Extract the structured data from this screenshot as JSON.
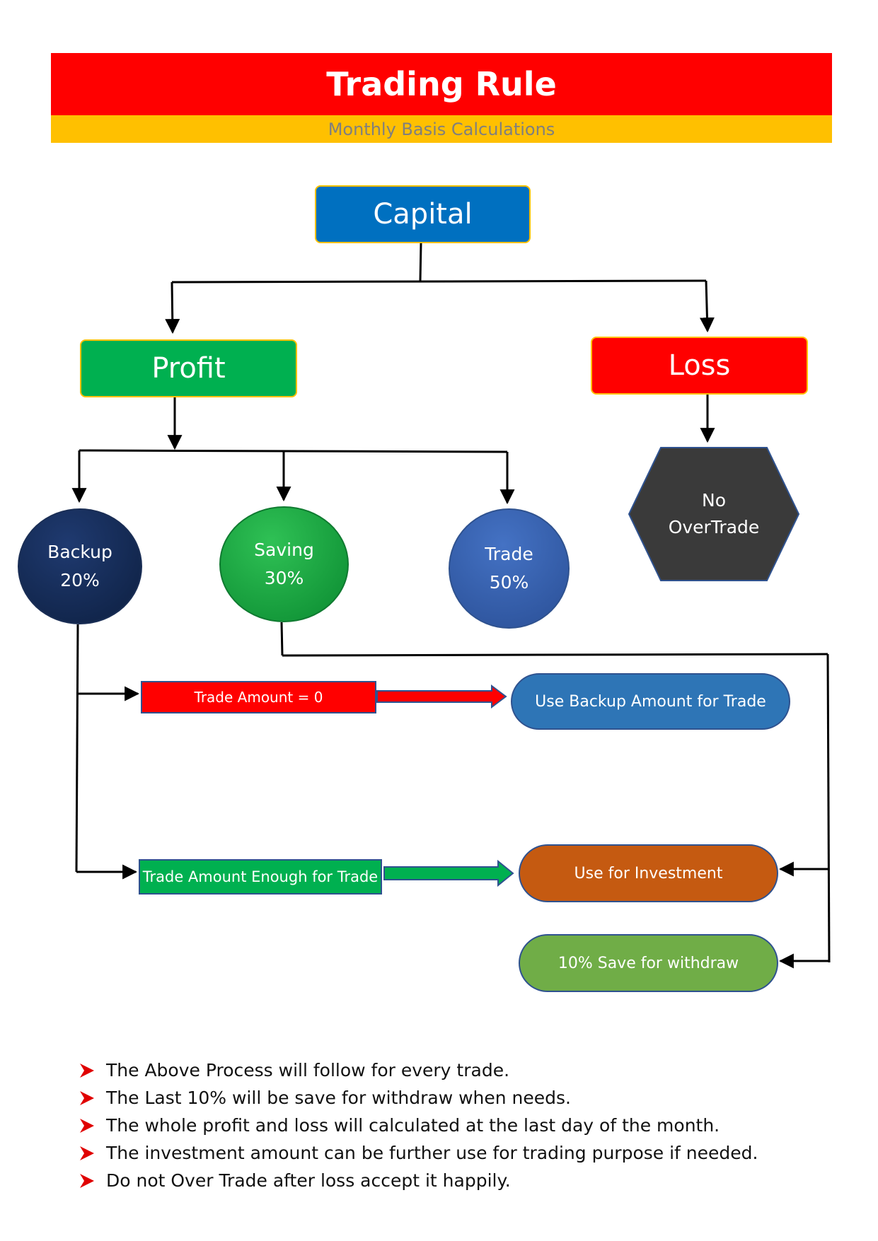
{
  "header": {
    "title": "Trading Rule",
    "subtitle": "Monthly Basis Calculations",
    "title_color": "#ff0000",
    "subtitle_color": "#ffc000"
  },
  "nodes": {
    "capital": "Capital",
    "profit": "Profit",
    "loss": "Loss",
    "no_overtrade": {
      "line1": "No",
      "line2": "OverTrade"
    },
    "backup": {
      "label": "Backup",
      "percent": "20%"
    },
    "saving": {
      "label": "Saving",
      "percent": "30%"
    },
    "trade": {
      "label": "Trade",
      "percent": "50%"
    },
    "trade_amount_zero": "Trade Amount = 0",
    "trade_amount_enough": "Trade Amount Enough for Trade",
    "use_backup": "Use Backup Amount for Trade",
    "use_investment": "Use for Investment",
    "save_withdraw": "10% Save for withdraw"
  },
  "notes": [
    "The Above Process will follow for every trade.",
    "The Last 10% will be save for withdraw when needs.",
    "The whole profit and loss will calculated at the last day of the month.",
    "The investment amount can be further use for trading purpose if needed.",
    "Do not Over Trade after loss accept it happily."
  ],
  "icons": {
    "bullet": "arrowhead-bullet-icon"
  },
  "colors": {
    "blue": "#0070c0",
    "green": "#00b050",
    "red": "#ff0000",
    "dark_gray": "#3a3a3a",
    "orange": "#c55a11",
    "light_green": "#70ad47"
  }
}
